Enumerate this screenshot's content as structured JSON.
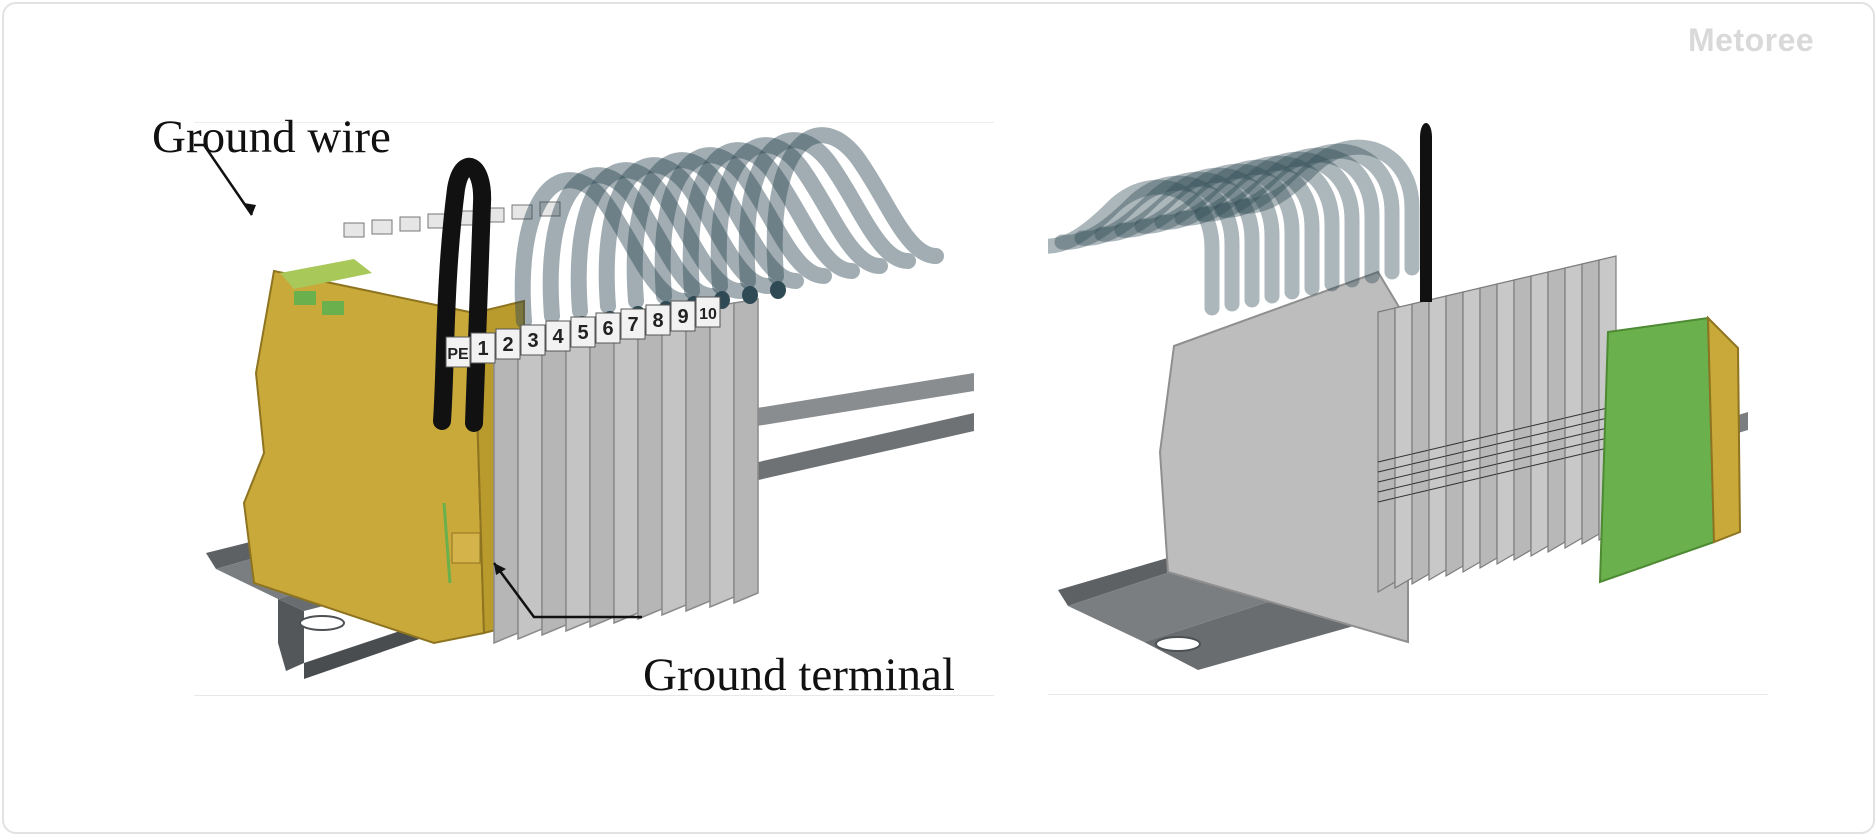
{
  "watermark": "Metoree",
  "labels": {
    "ground_wire": "Ground wire",
    "ground_terminal": "Ground terminal"
  },
  "terminal_markings": [
    "PE",
    "1",
    "2",
    "3",
    "4",
    "5",
    "6",
    "7",
    "8",
    "9",
    "10"
  ],
  "colors": {
    "ground_terminal_body": "#c9a93a",
    "ground_terminal_green": "#6ab04c",
    "terminal_gray": "#bdbdbd",
    "din_rail": "#6c6f72",
    "wire_black": "#111111",
    "wire_translucent": "#2f4a55"
  }
}
